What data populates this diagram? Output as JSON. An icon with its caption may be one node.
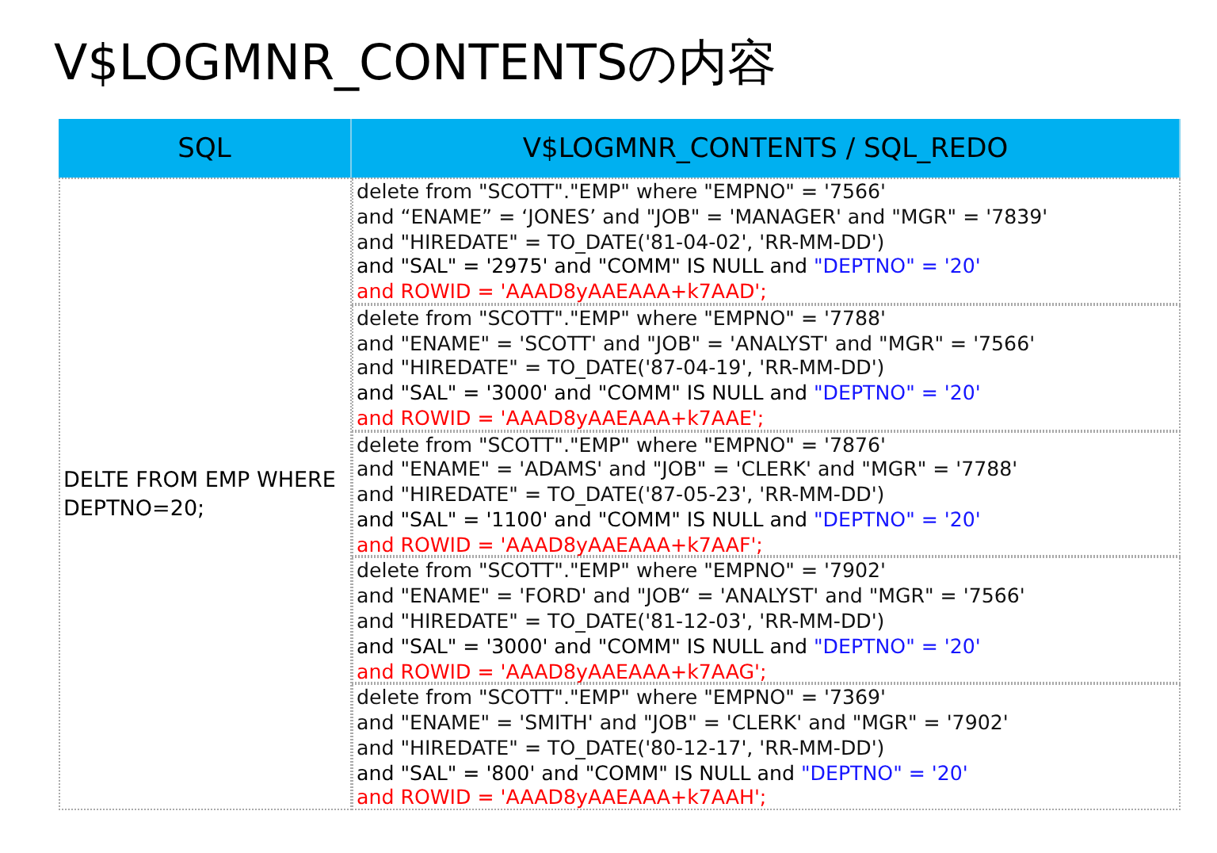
{
  "diagram": {
    "title": "V$LOGMNR_CONTENTSの内容",
    "labels": [
      "SQL",
      "V$LOGMNR_CONTENTS / SQL_REDO",
      "DELTE FROM EMP WHERE DEPTNO=20;",
      "delete from \"SCOTT\".\"EMP\" where \"EMPNO\" = '7566'",
      "and “ENAME” = ‘JONES’ and \"JOB\" = 'MANAGER' and \"MGR\" = '7839'",
      "and \"HIREDATE\" = TO_DATE('81-04-02', 'RR-MM-DD')",
      "and \"SAL\" = '2975' and \"COMM\" IS NULL and",
      "\"DEPTNO\" = '20'",
      "and ROWID = 'AAAD8yAAEAAA+k7AAD';",
      "delete from \"SCOTT\".\"EMP\" where \"EMPNO\" = '7788'",
      "and \"ENAME\" = 'SCOTT' and \"JOB\" = 'ANALYST' and \"MGR\" = '7566'",
      "and \"HIREDATE\" = TO_DATE('87-04-19', 'RR-MM-DD')",
      "and \"SAL\" = '3000' and \"COMM\" IS NULL and",
      "\"DEPTNO\" = '20'",
      "and ROWID = 'AAAD8yAAEAAA+k7AAE';",
      "delete from \"SCOTT\".\"EMP\" where \"EMPNO\" = '7876'",
      "and \"ENAME\" = 'ADAMS' and \"JOB\" = 'CLERK' and \"MGR\" = '7788'",
      "and \"HIREDATE\" = TO_DATE('87-05-23', 'RR-MM-DD')",
      "and \"SAL\" = '1100' and \"COMM\" IS NULL and",
      "\"DEPTNO\" = '20'",
      "and ROWID = 'AAAD8yAAEAAA+k7AAF';",
      "delete from \"SCOTT\".\"EMP\" where \"EMPNO\" = '7902'",
      "and \"ENAME\" = 'FORD' and \"JOB“ = 'ANALYST' and \"MGR\" = '7566'",
      "and \"HIREDATE\" = TO_DATE('81-12-03', 'RR-MM-DD')",
      "and \"SAL\" = '3000' and \"COMM\" IS NULL and",
      "\"DEPTNO\" = '20'",
      "and ROWID = 'AAAD8yAAEAAA+k7AAG';",
      "delete from \"SCOTT\".\"EMP\" where \"EMPNO\" = '7369'",
      "and \"ENAME\" = 'SMITH' and \"JOB\" = 'CLERK' and \"MGR\" = '7902'",
      "and \"HIREDATE\" = TO_DATE('80-12-17', 'RR-MM-DD')",
      "and \"SAL\" = '800' and \"COMM\" IS NULL and",
      "\"DEPTNO\" = '20'",
      "and ROWID = 'AAAD8yAAEAAA+k7AAH';"
    ]
  }
}
